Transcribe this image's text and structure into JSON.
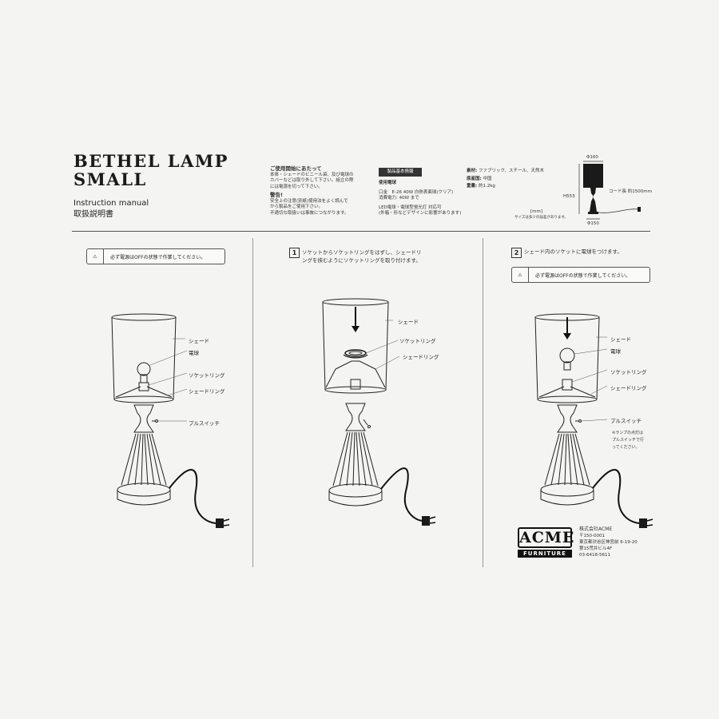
{
  "header": {
    "title_line1": "BETHEL LAMP",
    "title_line2": "SMALL",
    "subtitle_en": "Instruction manual",
    "subtitle_ja": "取扱説明書"
  },
  "precautions": {
    "heading": "ご使用開始にあたって",
    "lines": [
      "本体・シェードのビニール袋、及び電球の",
      "カバーなどは取り外して下さい。組立の際",
      "には電源を切って下さい。"
    ],
    "warning_heading": "警告!",
    "warning_lines": [
      "安全上の注意(別紙)使用法をよく読んで",
      "から製品をご使用下さい。",
      "不適切な取扱いは事故につながります。"
    ]
  },
  "specs": {
    "badge": "製品基本情報",
    "bulb_heading": "使用電球",
    "bulb_lines": [
      "口金　E-26 40W 白熱表面球(クリア)",
      "消費電力: 40W まで"
    ],
    "led_lines": [
      "LED電球・電球型蛍光灯 対応可",
      "(外箱・形などデザインに影響があります)"
    ],
    "material_label": "素材:",
    "material_value": "ファブリック、スチール、天然木",
    "origin_label": "原産国:",
    "origin_value": "中国",
    "weight_label": "重量:",
    "weight_value": "約1.2kg"
  },
  "dimensions": {
    "shade_diameter": "Φ160",
    "height": "H553",
    "cord_length": "コード長 約1500mm",
    "base_diameter": "Φ150",
    "unit": "[mm]",
    "note": "サイズは多少の誤差があります。"
  },
  "panel1": {
    "warning": "必ず電源はOFFの状態で作業してください。",
    "labels": {
      "shade": "シェード",
      "bulb": "電球",
      "socket_ring": "ソケットリング",
      "shade_ring": "シェードリング",
      "pull_switch": "プルスイッチ"
    }
  },
  "panel2": {
    "step": "1",
    "instruction_lines": [
      "ソケットからソケットリングをはずし、シェードリ",
      "ングを挟むようにソケットリングを取り付けます。"
    ],
    "labels": {
      "shade": "シェード",
      "socket_ring": "ソケットリング",
      "shade_ring": "シェードリング"
    }
  },
  "panel3": {
    "step": "2",
    "instruction": "シェード内のソケットに電球をつけます。",
    "warning": "必ず電源はOFFの状態で作業してください。",
    "labels": {
      "shade": "シェード",
      "bulb": "電球",
      "socket_ring": "ソケットリング",
      "shade_ring": "シェードリング",
      "pull_switch": "プルスイッチ"
    },
    "pull_note": [
      "※ランプの点灯は",
      "プルスイッチで行",
      "ってください。"
    ]
  },
  "company": {
    "logo_top": "ACME",
    "logo_bottom": "FURNITURE",
    "name": "株式会社ACME",
    "postal": "〒150-0001",
    "address1": "東京都渋谷区神宮前 6-19-20",
    "address2": "第15荒井ビル4F",
    "phone": "03-6418-5611"
  }
}
